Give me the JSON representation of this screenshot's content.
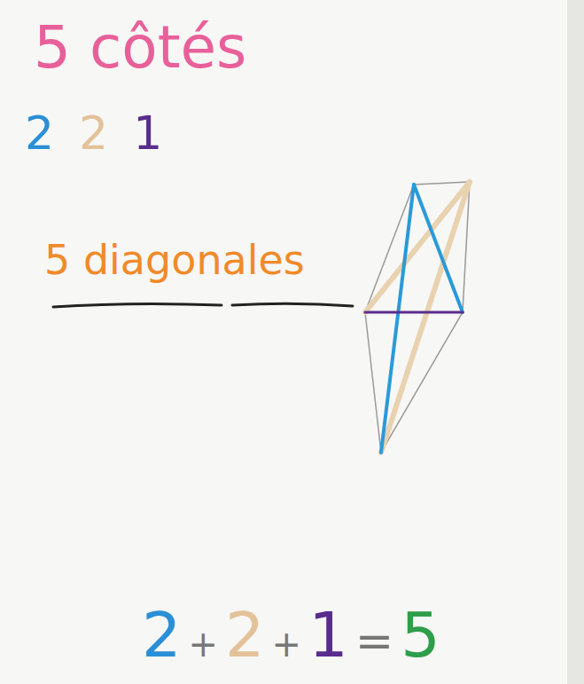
{
  "diagram": {
    "labels": [
      "5 côtés",
      "2",
      "2",
      "1",
      "5 diagonales",
      "2",
      "+",
      "2",
      "+",
      "1",
      "=",
      "5"
    ]
  }
}
